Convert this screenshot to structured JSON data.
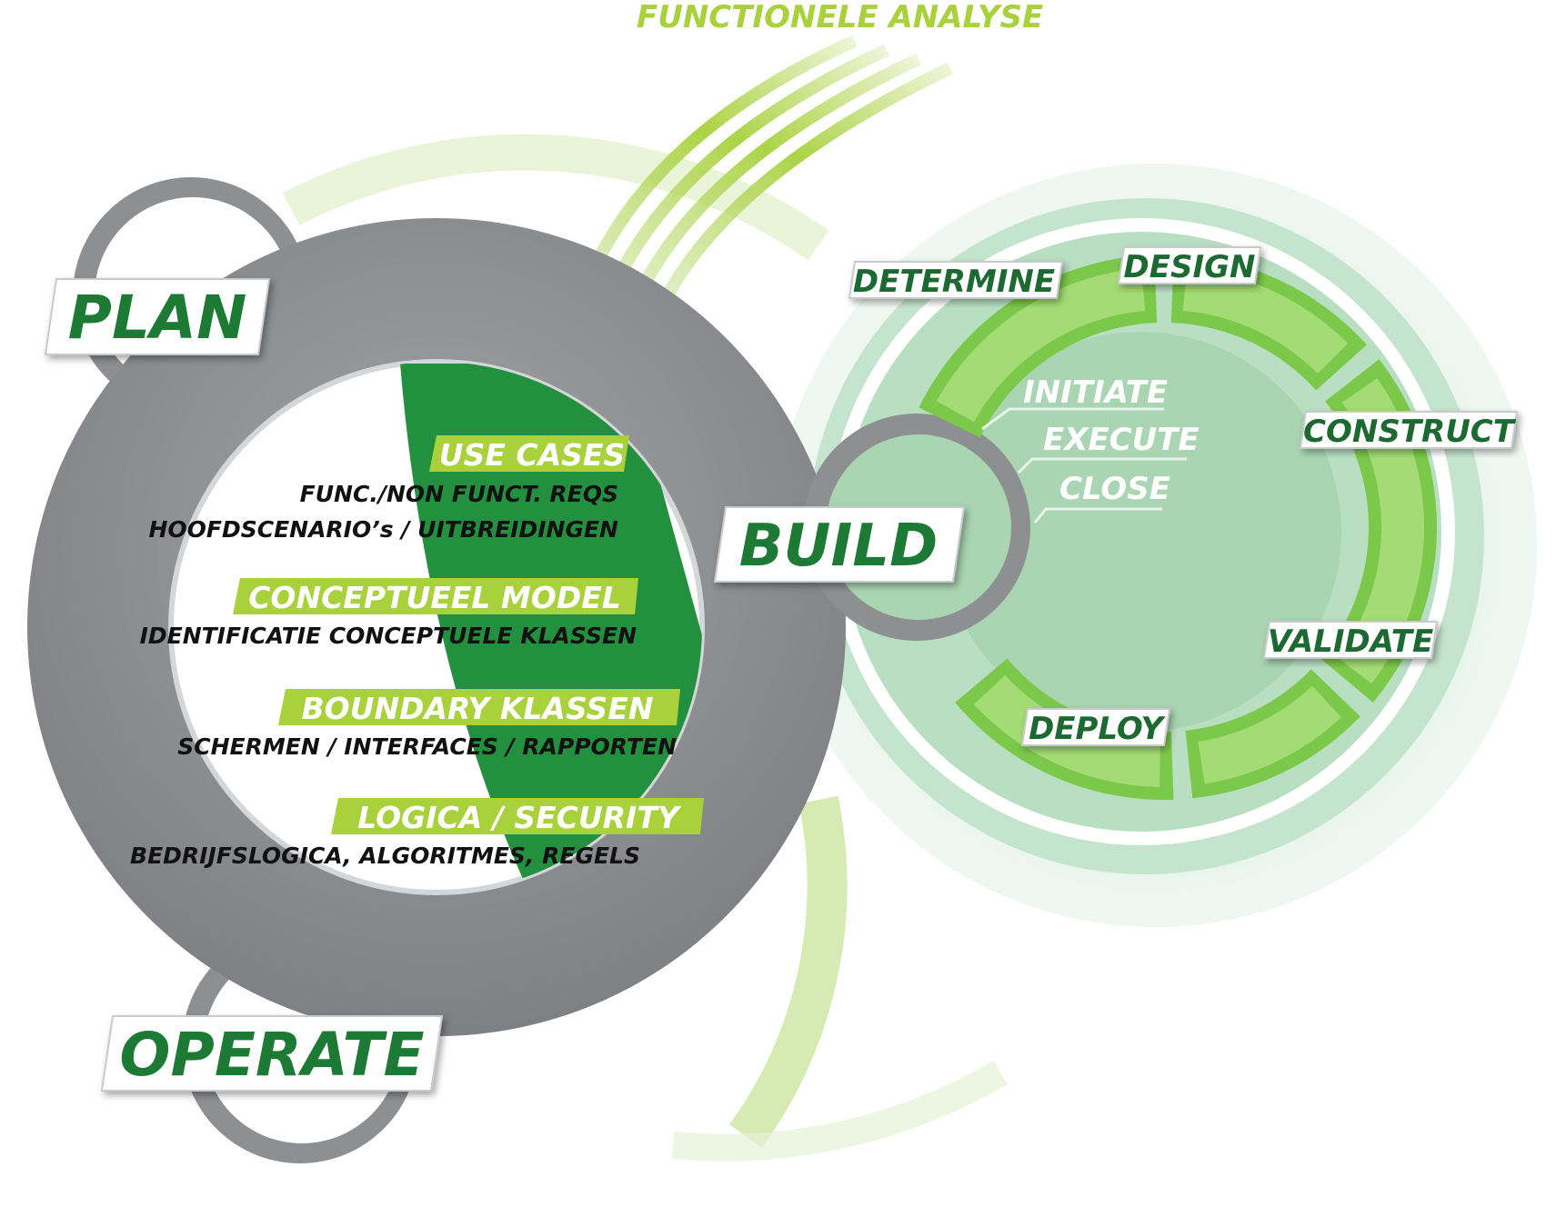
{
  "analysis_title": "FUNCTIONELE ANALYSE",
  "main_cycle": {
    "plan": "PLAN",
    "build": "BUILD",
    "operate": "OPERATE"
  },
  "analysis_phases": [
    {
      "heading": "USE CASES",
      "details": [
        "FUNC./NON FUNCT. REQS",
        "HOOFDSCENARIO’s / UITBREIDINGEN"
      ]
    },
    {
      "heading": "CONCEPTUEEL MODEL",
      "details": [
        "IDENTIFICATIE CONCEPTUELE KLASSEN"
      ]
    },
    {
      "heading": "BOUNDARY KLASSEN",
      "details": [
        "SCHERMEN / INTERFACES / RAPPORTEN"
      ]
    },
    {
      "heading": "LOGICA / SECURITY",
      "details": [
        "BEDRIJFSLOGICA, ALGORITMES, REGELS"
      ]
    }
  ],
  "build_cycle": [
    "DETERMINE",
    "DESIGN",
    "CONSTRUCT",
    "VALIDATE",
    "DEPLOY"
  ],
  "project_phases": [
    "INITIATE",
    "EXECUTE",
    "CLOSE"
  ],
  "colors": {
    "dark_green": "#22903f",
    "text_green": "#1f7a36",
    "lime": "#a8d13c",
    "light_green": "#8fd15a",
    "mint": "#a9d8b4",
    "gray": "#8e8f91"
  }
}
